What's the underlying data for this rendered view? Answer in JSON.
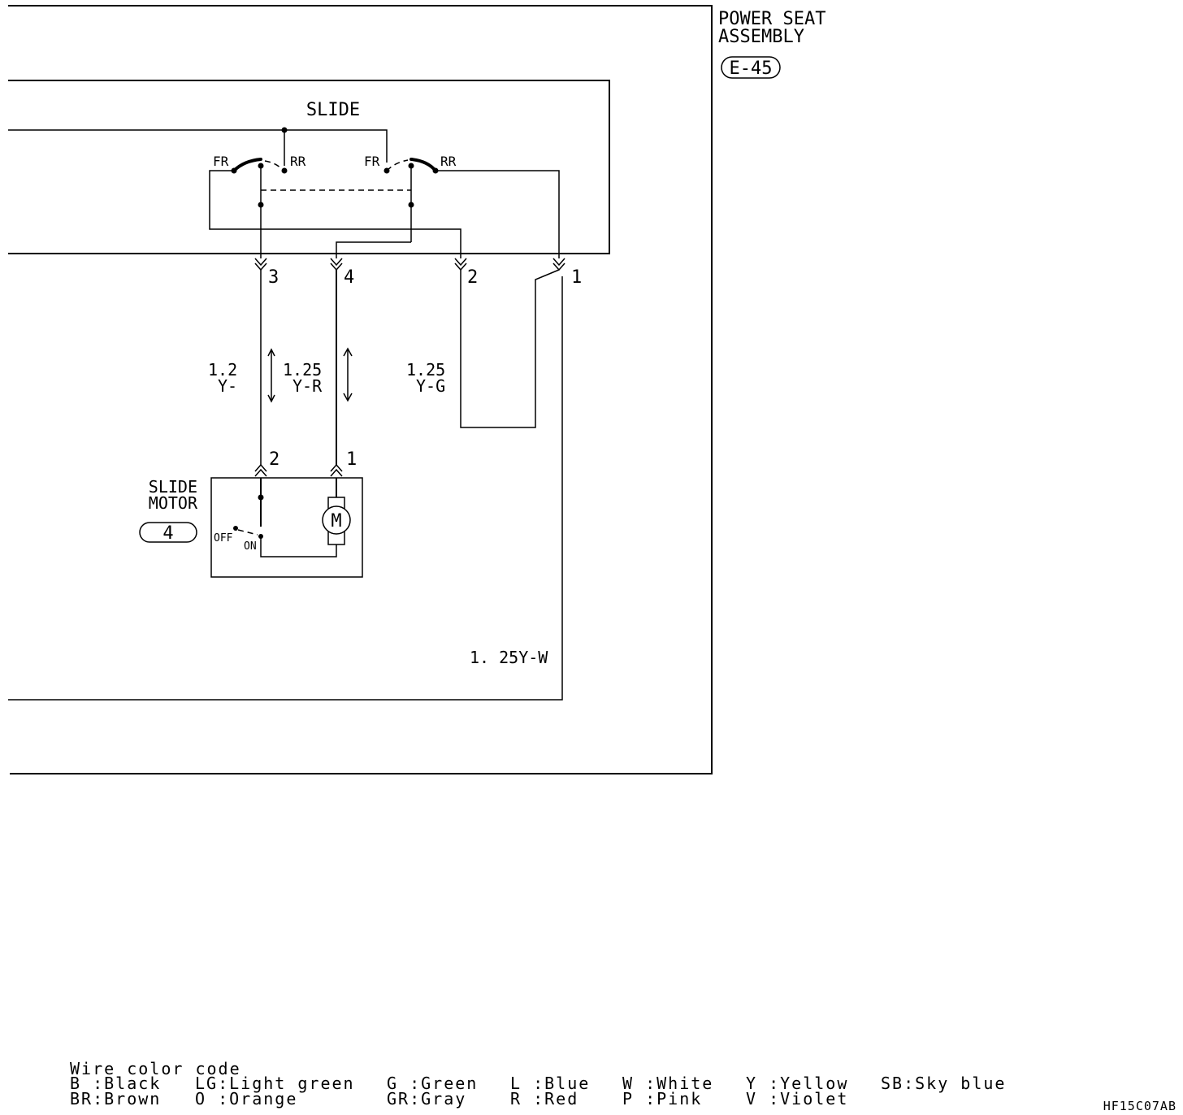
{
  "assembly": {
    "name_line1": "POWER SEAT",
    "name_line2": "ASSEMBLY",
    "connector": "E-45"
  },
  "switch": {
    "label": "SLIDE",
    "left_fr": "FR",
    "left_rr": "RR",
    "right_fr": "FR",
    "right_rr": "RR"
  },
  "pins_top": [
    "3",
    "4",
    "2",
    "1"
  ],
  "wires": {
    "w1_size": "1.2",
    "w1_color": "Y-",
    "w2_size": "1.25",
    "w2_color": "Y-R",
    "w3_size": "1.25",
    "w3_color": "Y-G",
    "w4": "1. 25Y-W"
  },
  "motor": {
    "name_line1": "SLIDE",
    "name_line2": "MOTOR",
    "connector": "4",
    "pin_left": "2",
    "pin_right": "1",
    "symbol": "M",
    "off_label": "OFF",
    "on_label": "ON"
  },
  "legend": {
    "title": "Wire color code",
    "row1": [
      "B :Black",
      "LG:Light green",
      "G :Green",
      "L :Blue",
      "W :White",
      "Y :Yellow",
      "SB:Sky blue"
    ],
    "row2": [
      "BR:Brown",
      "O :Orange",
      "GR:Gray",
      "R :Red",
      "P :Pink",
      "V :Violet"
    ]
  },
  "figure_code": "HF15C07AB"
}
